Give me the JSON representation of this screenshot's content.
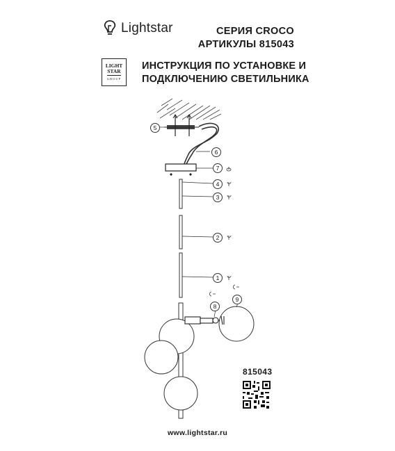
{
  "header": {
    "brand_name": "Lightstar",
    "series_line": "СЕРИЯ CROCO",
    "article_line": "АРТИКУЛЫ 815043",
    "logo_lines": [
      "LIGHT",
      "STAR",
      "GROUP"
    ],
    "instruction_line1": "ИНСТРУКЦИЯ ПО УСТАНОВКЕ И",
    "instruction_line2": "ПОДКЛЮЧЕНИЮ СВЕТИЛЬНИКА"
  },
  "callouts": [
    "5",
    "6",
    "7",
    "4",
    "3",
    "2",
    "1",
    "8",
    "9"
  ],
  "footer": {
    "article_number": "815043",
    "website": "www.lightstar.ru"
  },
  "icons": [
    "lightbulb-logo-icon",
    "qr-code-icon",
    "screw-icon"
  ]
}
